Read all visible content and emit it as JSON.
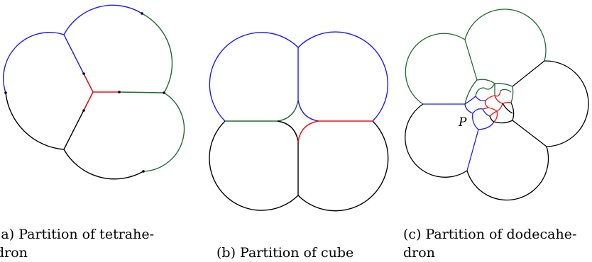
{
  "colors": {
    "blue": "#1a1aff",
    "green": "#1f6b2f",
    "red": "#ee1111",
    "black": "#000000"
  },
  "panels": [
    {
      "id": "a",
      "caption_line1": "(a) Partition of tetrahe-",
      "caption_line2": "dron"
    },
    {
      "id": "b",
      "caption_line1": "(b) Partition of cube"
    },
    {
      "id": "c",
      "caption_line1": "(c) Partition of dodecahe-",
      "caption_line2": "dron",
      "point_label": "P"
    }
  ]
}
